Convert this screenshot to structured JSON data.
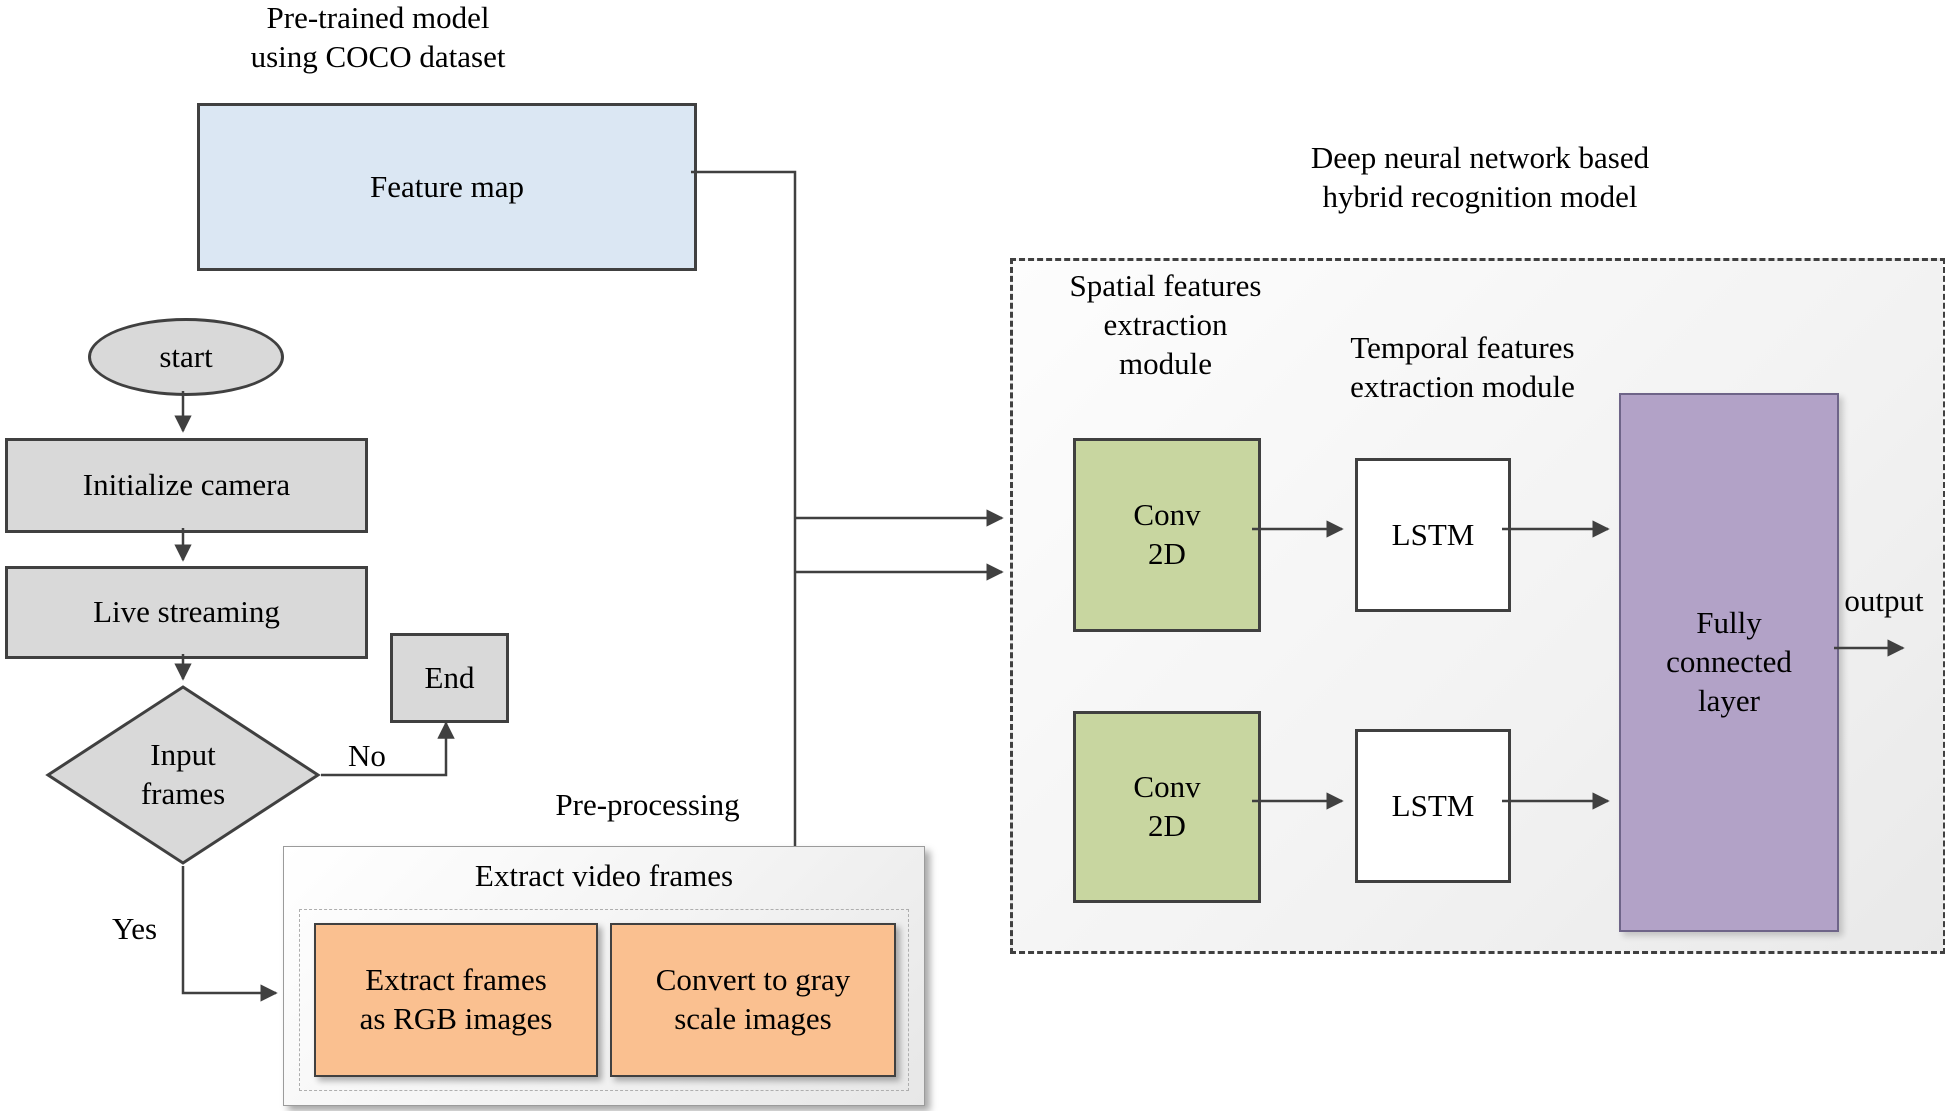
{
  "colors": {
    "line": "#404040",
    "gray": "#d9d9d9",
    "blue": "#dbe7f3",
    "green": "#c8d6a0",
    "purple": "#b2a2c7",
    "orange": "#fac090",
    "white": "#ffffff"
  },
  "pretrained": {
    "label": "Pre-trained model\nusing COCO dataset",
    "feature_map": "Feature map"
  },
  "flowchart": {
    "start": "start",
    "initialize_camera": "Initialize camera",
    "live_streaming": "Live streaming",
    "input_frames": "Input\nframes",
    "no": "No",
    "end": "End",
    "yes": "Yes"
  },
  "preprocessing": {
    "label": "Pre-processing",
    "group_title": "Extract video frames",
    "extract_frames": "Extract frames\nas RGB images",
    "convert_gray": "Convert to gray\nscale images"
  },
  "recognition": {
    "title": "Deep neural network based\nhybrid recognition model",
    "spatial_label": "Spatial features\nextraction\nmodule",
    "temporal_label": "Temporal features\nextraction module",
    "conv2d_top": "Conv\n2D",
    "conv2d_bottom": "Conv\n2D",
    "lstm_top": "LSTM",
    "lstm_bottom": "LSTM",
    "fully_connected": "Fully\nconnected\nlayer",
    "output": "output"
  }
}
